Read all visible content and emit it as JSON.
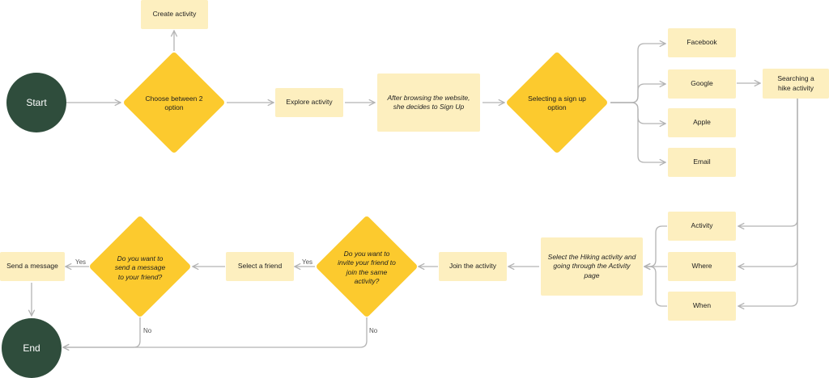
{
  "colors": {
    "terminal": "#2f4d3c",
    "decision": "#fcca2e",
    "process": "#fdefbf",
    "connector": "#b3b3b3"
  },
  "start": "Start",
  "end": "End",
  "decisions": {
    "choose_option": "Choose between 2 option",
    "sign_up_option": "Selecting a sign up option",
    "invite_friend": "Do you want to invite your friend to join the same activity?",
    "send_message": "Do you want to send a message to your friend?"
  },
  "processes": {
    "create_activity": "Create activity",
    "explore_activity": "Explore activity",
    "browse_sign_up": "After browsing the website, she decides to Sign Up",
    "facebook": "Facebook",
    "google": "Google",
    "apple": "Apple",
    "email": "Email",
    "search_hike": "Searching a hike activity",
    "filter_activity": "Activity",
    "filter_where": "Where",
    "filter_when": "When",
    "select_hiking": "Select the Hiking activity and going through the Activity page",
    "join_activity": "Join the activity",
    "select_friend": "Select a friend",
    "send_message": "Send a message"
  },
  "branch_labels": {
    "yes_1": "Yes",
    "yes_2": "Yes",
    "no_1": "No",
    "no_2": "No"
  }
}
